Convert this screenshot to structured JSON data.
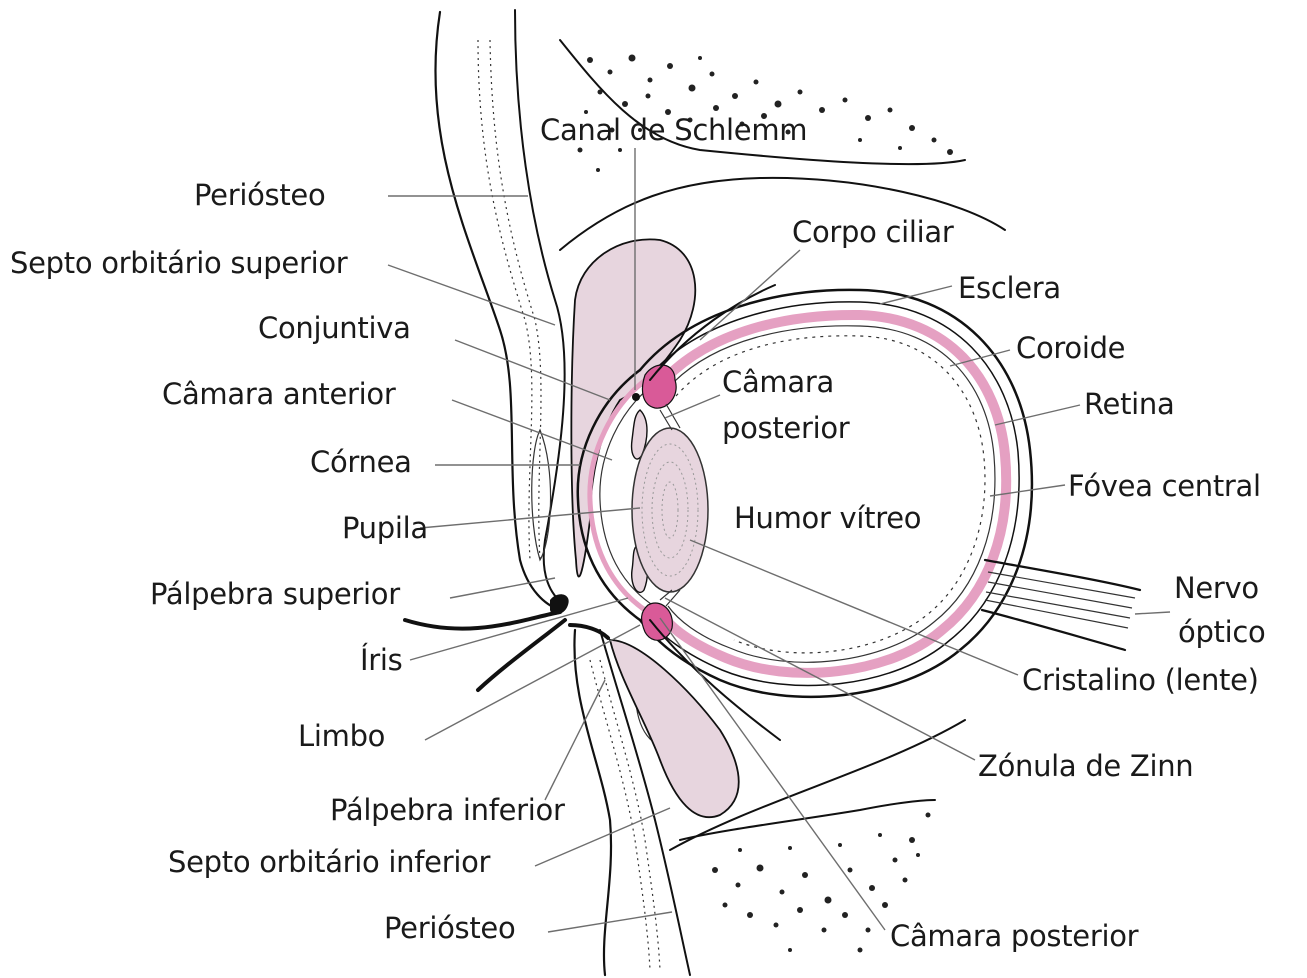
{
  "labels": {
    "canal_schlemm": "Canal de Schlemm",
    "periosteo_top": "Periósteo",
    "septo_superior": "Septo orbitário superior",
    "conjuntiva": "Conjuntiva",
    "camara_anterior": "Câmara anterior",
    "cornea": "Córnea",
    "pupila": "Pupila",
    "palpebra_superior": "Pálpebra superior",
    "iris": "Íris",
    "limbo": "Limbo",
    "palpebra_inferior": "Pálpebra inferior",
    "septo_inferior": "Septo orbitário inferior",
    "periosteo_bottom": "Periósteo",
    "corpo_ciliar": "Corpo ciliar",
    "esclera": "Esclera",
    "coroide": "Coroide",
    "retina": "Retina",
    "fovea_central": "Fóvea central",
    "camara_posterior_1": "Câmara",
    "camara_posterior_2": "posterior",
    "humor_vitreo": "Humor vítreo",
    "nervo_optico_1": "Nervo",
    "nervo_optico_2": "óptico",
    "cristalino": "Cristalino (lente)",
    "zonula_zinn": "Zónula de Zinn",
    "camara_posterior_bottom": "Câmara posterior"
  },
  "colors": {
    "fat_pink": "#e7d5de",
    "choroid_pink": "#e5a0c2",
    "ciliary_pink": "#d95a98",
    "ink": "#111111",
    "leader": "#6e6e6e"
  }
}
